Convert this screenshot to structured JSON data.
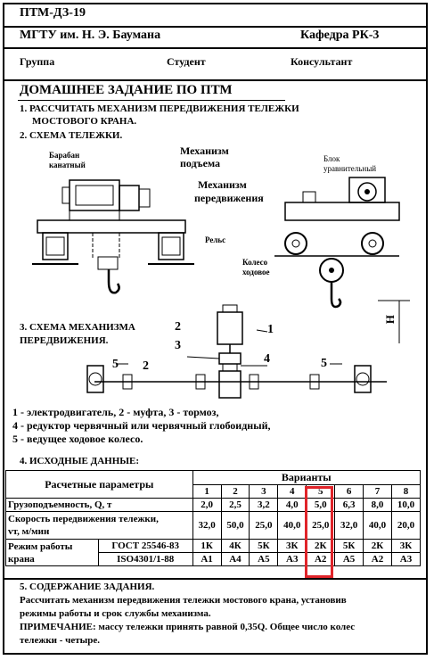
{
  "header": {
    "code": "ПТМ-ДЗ-19",
    "university": "МГТУ им. Н. Э. Баумана",
    "department": "Кафедра РК-3",
    "group_label": "Группа",
    "student_label": "Студент",
    "consultant_label": "Консультант"
  },
  "title": "ДОМАШНЕЕ ЗАДАНИЕ ПО ПТМ",
  "item1_line1": "1. РАССЧИТАТЬ МЕХАНИЗМ  ПЕРЕДВИЖЕНИЯ ТЕЛЕЖКИ",
  "item1_line2": "МОСТОВОГО  КРАНА.",
  "item2": "2. СХЕМА ТЕЛЕЖКИ.",
  "trolley_labels": {
    "drum_1": "Барабан",
    "drum_2": "канатный",
    "hoist_1": "Механизм",
    "hoist_2": "подъема",
    "travel_1": "Механизм",
    "travel_2": "передвижения",
    "balance_1": "Блок",
    "balance_2": "уравнительный",
    "rail": "Рельс",
    "wheel_1": "Колесо",
    "wheel_2": "ходовое",
    "height": "H"
  },
  "item3_line1": "3. СХЕМА МЕХАНИЗМА",
  "item3_line2": "ПЕРЕДВИЖЕНИЯ.",
  "mech_labels": {
    "n1": "1",
    "n2": "2",
    "n3": "3",
    "n4": "4",
    "n5": "5"
  },
  "legend": [
    "1 - электродвигатель, 2 - муфта, 3 - тормоз,",
    "4 - редуктор червячный или червячный глобоидный,",
    "5 - ведущее ходовое колесо."
  ],
  "item4": "4. ИСХОДНЫЕ ДАННЫЕ:",
  "table": {
    "param_header": "Расчетные параметры",
    "variants_header": "Варианты",
    "variant_numbers": [
      "1",
      "2",
      "3",
      "4",
      "5",
      "6",
      "7",
      "8"
    ],
    "capacity_label": "Грузоподъемность, Q, т",
    "capacity": [
      "2,0",
      "2,5",
      "3,2",
      "4,0",
      "5,0",
      "6,3",
      "8,0",
      "10,0"
    ],
    "speed_label_1": "Скорость передвижения тележки,",
    "speed_label_2": "vт, м/мин",
    "speed": [
      "32,0",
      "50,0",
      "25,0",
      "40,0",
      "25,0",
      "32,0",
      "40,0",
      "20,0"
    ],
    "mode_label_1": "Режим работы",
    "mode_label_2": "крана",
    "gost_label": "ГОСТ 25546-83",
    "iso_label": "ISO4301/1-88",
    "gost": [
      "1К",
      "4К",
      "5К",
      "3К",
      "2К",
      "5К",
      "2К",
      "3К"
    ],
    "iso": [
      "А1",
      "А4",
      "А5",
      "А3",
      "А2",
      "А5",
      "А2",
      "А3"
    ],
    "highlight_color": "#e0242a"
  },
  "item5": "5. СОДЕРЖАНИЕ ЗАДАНИЯ.",
  "task_line1": "Рассчитать механизм передвижения тележки мостового крана, установив",
  "task_line2": "режимы работы и срок службы механизма.",
  "note_line1": "ПРИМЕЧАНИЕ:  массу тележки принять равной 0,35Q. Общее число колес",
  "note_line2": "тележки - четыре."
}
